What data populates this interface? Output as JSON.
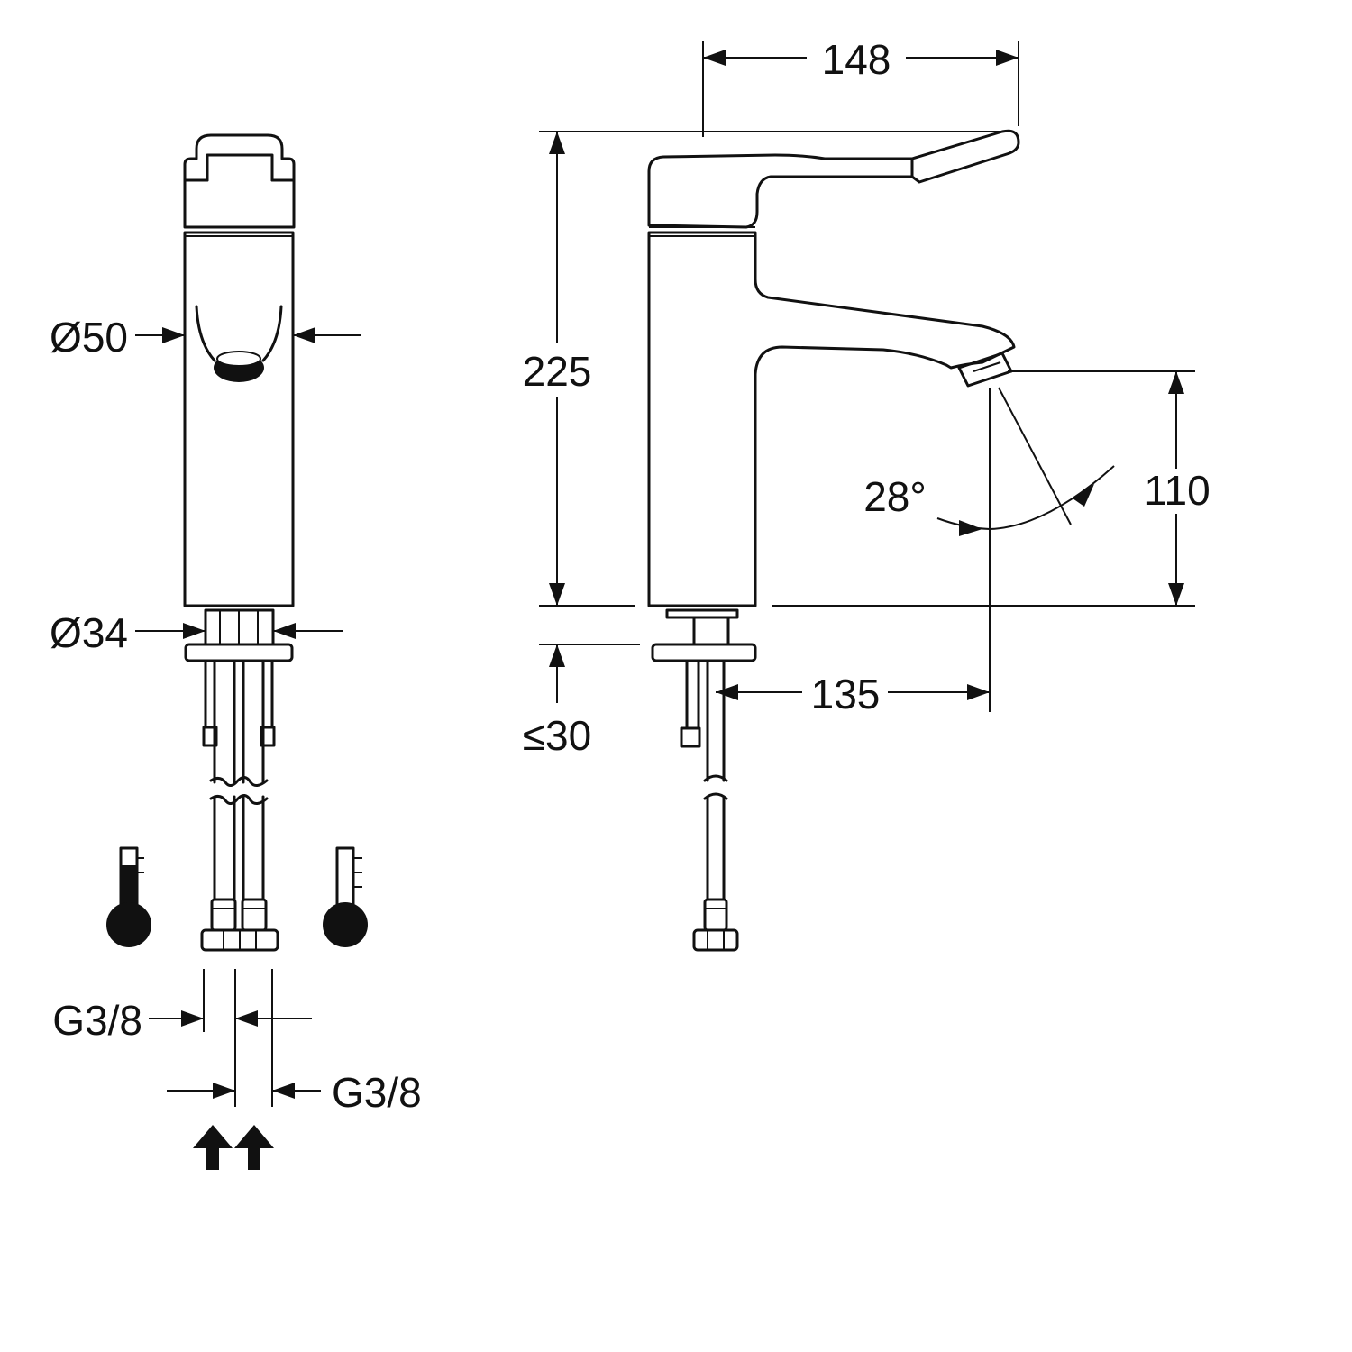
{
  "colors": {
    "line": "#111111",
    "background": "#ffffff"
  },
  "icons": {
    "hot": "thermometer-hot-icon",
    "cold": "thermometer-cold-icon",
    "supply": "supply-arrow-icon"
  },
  "dimensions": {
    "top_width": "148",
    "height_total": "225",
    "spout_height": "110",
    "spout_reach": "135",
    "deck_thickness": "≤30",
    "angle": "28°",
    "body_diameter": "Ø50",
    "shank_diameter": "Ø34",
    "connection_left": "G3/8",
    "connection_right": "G3/8"
  }
}
